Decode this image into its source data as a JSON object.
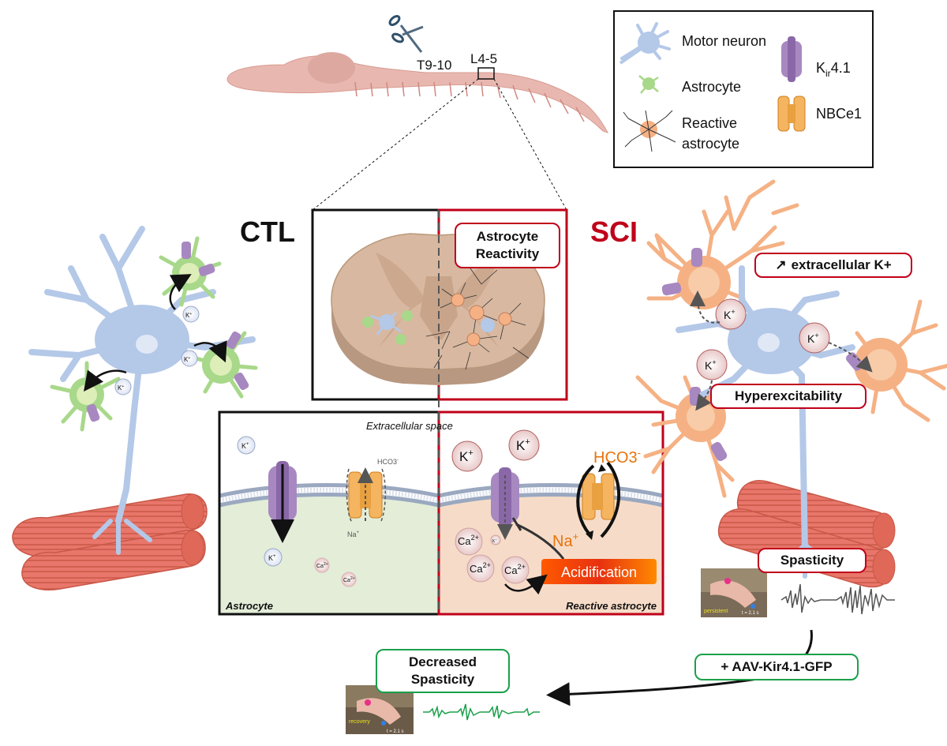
{
  "legend": {
    "items": [
      {
        "label": "Motor neuron"
      },
      {
        "label": "Astrocyte"
      },
      {
        "label_line1": "Reactive",
        "label_line2": "astrocyte"
      },
      {
        "label_main": "K",
        "label_sub": "ir",
        "label_tail": "4.1"
      },
      {
        "label": "NBCe1"
      }
    ]
  },
  "rat": {
    "cut_label": "T9-10",
    "region_label": "L4-5"
  },
  "panels": {
    "ctl_title": "CTL",
    "sci_title": "SCI",
    "astrocyte_reactivity": "Astrocyte Reactivity",
    "extracellular_k": "extracellular K+",
    "hyperexcitability": "Hyperexcitability",
    "spasticity": "Spasticity",
    "treatment": "+ AAV-Kir4.1-GFP",
    "decreased_spasticity": "Decreased Spasticity"
  },
  "mechanism": {
    "extracellular_space": "Extracellular space",
    "astrocyte_label": "Astrocyte",
    "reactive_astrocyte_label": "Reactive astrocyte",
    "acidification": "Acidification",
    "ions": {
      "k": "K",
      "k_plus": "+",
      "hco3": "HCO3",
      "hco3_minus": "-",
      "na": "Na",
      "na_plus": "+",
      "ca": "Ca",
      "ca_2plus": "2+"
    }
  },
  "videos": {
    "persistent_label": "persistent",
    "persistent_time": "t = 2.1 s",
    "recovery_label": "recovery",
    "recovery_time": "t = 2.1 s"
  },
  "colors": {
    "red": "#c0001a",
    "green": "#1aa04a",
    "orange_text": "#e8730c",
    "neuron_blue": "#b4c8e8",
    "astro_green": "#a8d88a",
    "reactive_orange": "#f5b184",
    "kir_purple": "#a888c0",
    "nbce1_orange": "#f5b460"
  }
}
